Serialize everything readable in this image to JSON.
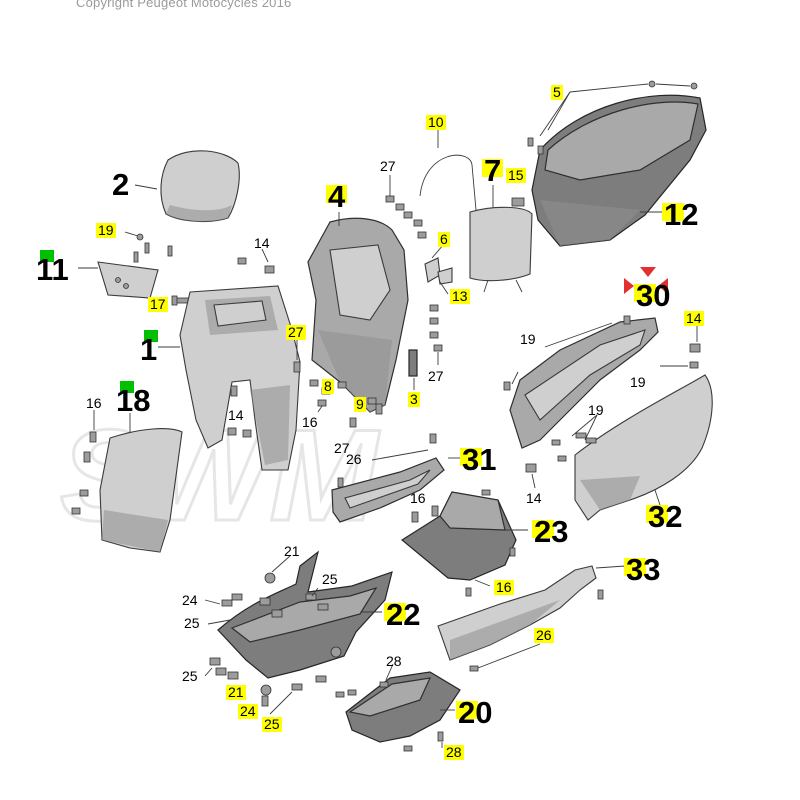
{
  "copyright": "Copyright Peugeot Motocycles 2016",
  "watermark": "SWM",
  "highlight_color": "#ffff00",
  "marker_color": "#00c000",
  "callouts": [
    {
      "id": "c2",
      "label": "2"
    },
    {
      "id": "c4",
      "label": "4"
    },
    {
      "id": "c5",
      "label": "5"
    },
    {
      "id": "c6",
      "label": "6"
    },
    {
      "id": "c7",
      "label": "7"
    },
    {
      "id": "c10",
      "label": "10"
    },
    {
      "id": "c11",
      "label": "11"
    },
    {
      "id": "c12",
      "label": "12"
    },
    {
      "id": "c13",
      "label": "13"
    },
    {
      "id": "c14a",
      "label": "14"
    },
    {
      "id": "c14b",
      "label": "14"
    },
    {
      "id": "c14c",
      "label": "14"
    },
    {
      "id": "c14d",
      "label": "14"
    },
    {
      "id": "c15",
      "label": "15"
    },
    {
      "id": "c17",
      "label": "17"
    },
    {
      "id": "c19a",
      "label": "19"
    },
    {
      "id": "c27a",
      "label": "27"
    },
    {
      "id": "c27b",
      "label": "27"
    },
    {
      "id": "c27c",
      "label": "27"
    },
    {
      "id": "c27d",
      "label": "27"
    },
    {
      "id": "c1",
      "label": "1"
    },
    {
      "id": "c18",
      "label": "18"
    },
    {
      "id": "c16a",
      "label": "16"
    },
    {
      "id": "c16b",
      "label": "16"
    },
    {
      "id": "c16c",
      "label": "16"
    },
    {
      "id": "c16d",
      "label": "16"
    },
    {
      "id": "c8",
      "label": "8"
    },
    {
      "id": "c9",
      "label": "9"
    },
    {
      "id": "c3",
      "label": "3"
    },
    {
      "id": "c30",
      "label": "30"
    },
    {
      "id": "c19b",
      "label": "19"
    },
    {
      "id": "c19c",
      "label": "19"
    },
    {
      "id": "c19d",
      "label": "19"
    },
    {
      "id": "c26a",
      "label": "26"
    },
    {
      "id": "c26b",
      "label": "26"
    },
    {
      "id": "c31",
      "label": "31"
    },
    {
      "id": "c32",
      "label": "32"
    },
    {
      "id": "c23",
      "label": "23"
    },
    {
      "id": "c33",
      "label": "33"
    },
    {
      "id": "c21a",
      "label": "21"
    },
    {
      "id": "c21b",
      "label": "21"
    },
    {
      "id": "c24a",
      "label": "24"
    },
    {
      "id": "c24b",
      "label": "24"
    },
    {
      "id": "c25a",
      "label": "25"
    },
    {
      "id": "c25b",
      "label": "25"
    },
    {
      "id": "c25c",
      "label": "25"
    },
    {
      "id": "c25d",
      "label": "25"
    },
    {
      "id": "c22",
      "label": "22"
    },
    {
      "id": "c28a",
      "label": "28"
    },
    {
      "id": "c28b",
      "label": "28"
    },
    {
      "id": "c20",
      "label": "20"
    }
  ]
}
